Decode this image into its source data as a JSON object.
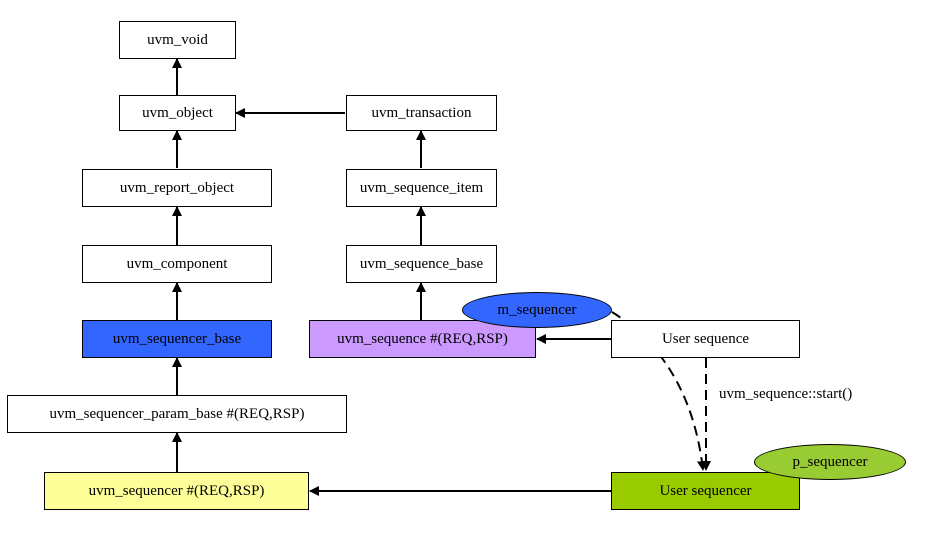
{
  "classes": {
    "uvm_void": "uvm_void",
    "uvm_object": "uvm_object",
    "uvm_report_object": "uvm_report_object",
    "uvm_component": "uvm_component",
    "uvm_sequencer_base": "uvm_sequencer_base",
    "uvm_sequencer_param_base": "uvm_sequencer_param_base #(REQ,RSP)",
    "uvm_sequencer": "uvm_sequencer #(REQ,RSP)",
    "uvm_transaction": "uvm_transaction",
    "uvm_sequence_item": "uvm_sequence_item",
    "uvm_sequence_base": "uvm_sequence_base",
    "uvm_sequence": "uvm_sequence #(REQ,RSP)",
    "user_sequence": "User sequence",
    "user_sequencer": "User sequencer"
  },
  "handles": {
    "m_sequencer": "m_sequencer",
    "p_sequencer": "p_sequencer"
  },
  "annotations": {
    "start_call": "uvm_sequence::start()"
  },
  "colors": {
    "uvm_sequencer_base": "#3366ff",
    "uvm_sequence": "#cc99ff",
    "uvm_sequencer": "#ffff99",
    "user_sequencer": "#99cc00",
    "m_sequencer": "#3366ff",
    "p_sequencer": "#99cc33"
  }
}
